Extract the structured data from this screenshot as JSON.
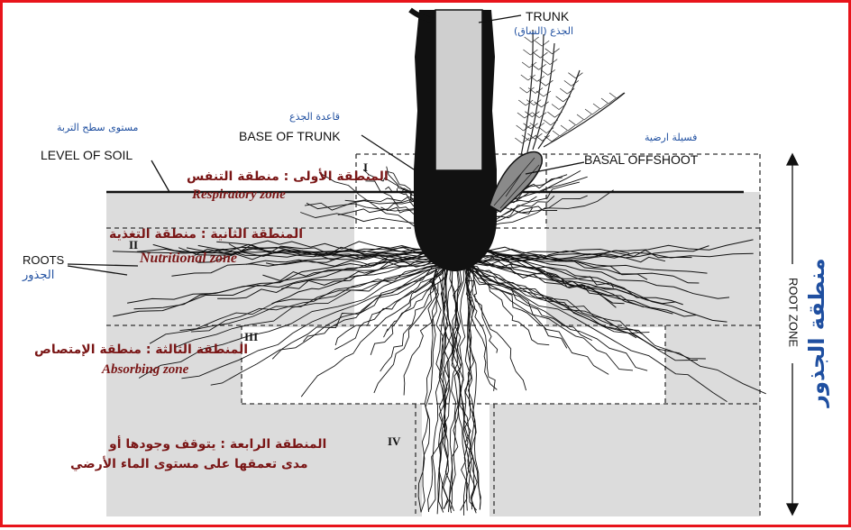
{
  "labels": {
    "trunk": "TRUNK",
    "trunk_ar": "الجذع (الساق)",
    "base_of_trunk_ar": "قاعدة الجذع",
    "base_of_trunk": "BASE OF TRUNK",
    "level_of_soil_ar": "مستوى سطح التربة",
    "level_of_soil": "LEVEL OF SOIL",
    "basal_offshoot_ar": "فسيلة ارضية",
    "basal_offshoot": "BASAL OFFSHOOT",
    "roots": "ROOTS",
    "roots_ar": "الجذور",
    "root_zone": "ROOT ZONE",
    "root_zone_ar": "منطقة الجذور"
  },
  "zones": [
    {
      "numeral": "I",
      "ar": "المنطقة الأولى : منطقة التنفس",
      "en": "Respiratory zone"
    },
    {
      "numeral": "II",
      "ar": "المنطقة الثانية : منطقة التغذية",
      "en": "Nutritional zone"
    },
    {
      "numeral": "III",
      "ar": "المنطقة الثالثة : منطقة الإمتصاص",
      "en": "Absorbing zone"
    },
    {
      "numeral": "IV",
      "ar_line1": "المنطقة الرابعة : يتوقف وجودها أو",
      "ar_line2": "مدى تعمقها على مستوى الماء الأرضي"
    }
  ],
  "colors": {
    "frame": "#e8141b",
    "soil_fill": "#d9d9d9",
    "roots": "#111111",
    "arabic_label": "#1f4fa0",
    "zone_label": "#7a1616"
  }
}
